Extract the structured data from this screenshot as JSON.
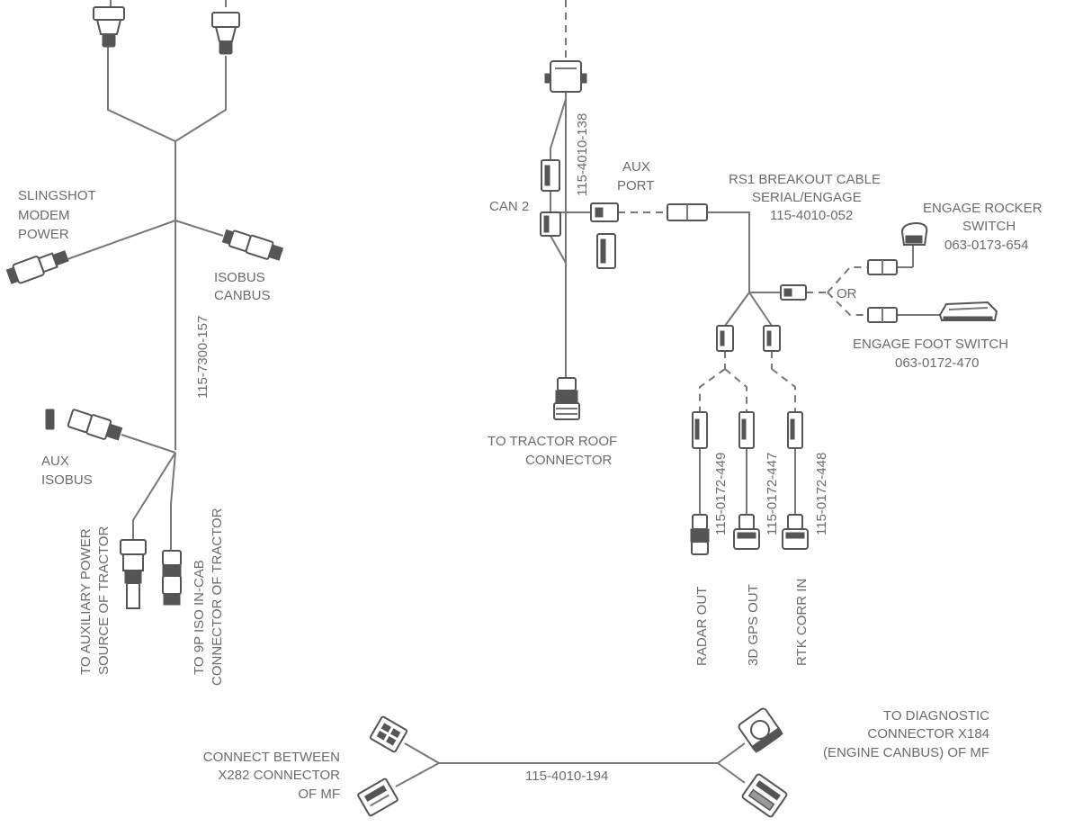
{
  "labels": {
    "slingshot": [
      "SLINGSHOT",
      "MODEM",
      "POWER"
    ],
    "isobus_canbus": [
      "ISOBUS",
      "CANBUS"
    ],
    "harness_main": "115-7300-157",
    "aux_isobus": [
      "AUX",
      "ISOBUS"
    ],
    "aux_power": [
      "TO AUXILIARY POWER",
      "SOURCE OF TRACTOR"
    ],
    "iso_incab": [
      "TO 9P ISO IN-CAB",
      "CONNECTOR OF TRACTOR"
    ],
    "harness_138": "115-4010-138",
    "can2": "CAN 2",
    "aux_port": [
      "AUX",
      "PORT"
    ],
    "rs1": [
      "RS1 BREAKOUT CABLE",
      "SERIAL/ENGAGE",
      "115-4010-052"
    ],
    "rocker": [
      "ENGAGE ROCKER",
      "SWITCH",
      "063-0173-654"
    ],
    "or": "OR",
    "foot": [
      "ENGAGE FOOT SWITCH",
      "063-0172-470"
    ],
    "roof": [
      "TO TRACTOR ROOF",
      "CONNECTOR"
    ],
    "p449": "115-0172-449",
    "p447": "115-0172-447",
    "p448": "115-0172-448",
    "radar": "RADAR OUT",
    "gps": "3D GPS OUT",
    "rtk": "RTK CORR IN",
    "connect_between": [
      "CONNECT BETWEEN",
      "X282 CONNECTOR",
      "OF MF"
    ],
    "diagnostic": [
      "TO DIAGNOSTIC",
      "CONNECTOR X184",
      "(ENGINE CANBUS) OF MF"
    ],
    "harness_194": "115-4010-194"
  }
}
